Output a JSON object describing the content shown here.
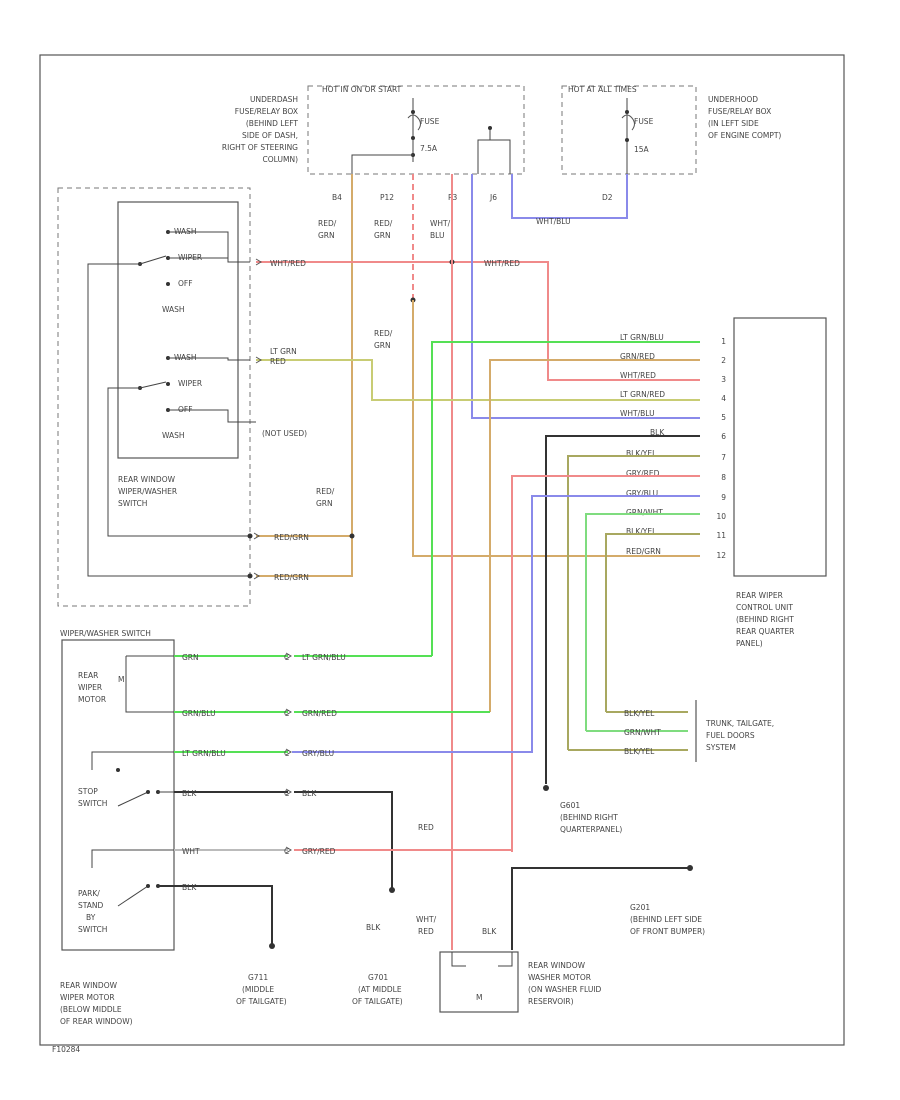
{
  "colors": {
    "red": "#f08a8a",
    "green": "#55e055",
    "tan": "#d4ab6a",
    "olive": "#a8a860",
    "blue": "#8a8aea",
    "black": "#333333",
    "white_wire": "#cccccc",
    "lt_grn_red": "#c8cc74",
    "grn_wht": "#7fdc7f"
  },
  "fuse_box_left": {
    "header": "HOT IN ON OR START",
    "fuse_label": "FUSE",
    "fuse_rating": "7.5A",
    "pin_labels": [
      "B4",
      "P12",
      "P3",
      "J6"
    ],
    "location": [
      "UNDERDASH",
      "FUSE/RELAY BOX",
      "(BEHIND LEFT",
      "SIDE OF DASH,",
      "RIGHT OF STEERING",
      "COLUMN)"
    ]
  },
  "fuse_box_right": {
    "header": "HOT AT ALL TIMES",
    "fuse_label": "FUSE",
    "fuse_rating": "15A",
    "pin_label": "D2",
    "location": [
      "UNDERHOOD",
      "FUSE/RELAY BOX",
      "(IN LEFT SIDE",
      "OF ENGINE COMPT)"
    ]
  },
  "switch_upper": {
    "labels": [
      "WASH",
      "WIPER",
      "OFF",
      "WASH",
      "WASH",
      "WIPER",
      "OFF",
      "WASH"
    ],
    "not_used": "(NOT USED)",
    "title": [
      "REAR WINDOW",
      "WIPER/WASHER",
      "SWITCH"
    ]
  },
  "wire_labels_upper": {
    "b4": [
      "RED/",
      "GRN"
    ],
    "p12": [
      "RED/",
      "GRN"
    ],
    "p3": [
      "WHT/",
      "BLU"
    ],
    "red_grn_mid": [
      "RED/",
      "GRN"
    ],
    "red_grn_low": [
      "RED/",
      "GRN"
    ],
    "wht_red_left": "WHT/RED",
    "wht_red_right": "WHT/RED",
    "lt_grn": "LT GRN",
    "red": "RED",
    "red_grn_a": "RED/GRN",
    "red_grn_b": "RED/GRN",
    "wht_blu_d2": "WHT/BLU"
  },
  "control_unit": {
    "wires": [
      "LT GRN/BLU",
      "GRN/RED",
      "WHT/RED",
      "LT GRN/RED",
      "WHT/BLU",
      "BLK",
      "BLK/YEL",
      "GRY/RED",
      "GRY/BLU",
      "GRN/WHT",
      "BLK/YEL",
      "RED/GRN"
    ],
    "pins": [
      "1",
      "2",
      "3",
      "4",
      "5",
      "6",
      "7",
      "8",
      "9",
      "10",
      "11",
      "12"
    ],
    "title": [
      "REAR WIPER",
      "CONTROL UNIT",
      "(BEHIND RIGHT",
      "REAR QUARTER",
      "PANEL)"
    ]
  },
  "motor_section": {
    "switch_title": "WIPER/WASHER SWITCH",
    "motor": [
      "REAR",
      "WIPER",
      "MOTOR"
    ],
    "motor_symbol": "M",
    "stop_switch": [
      "STOP",
      "SWITCH"
    ],
    "park_switch": [
      "PARK/",
      "STAND",
      "BY",
      "SWITCH"
    ],
    "location": [
      "REAR WINDOW",
      "WIPER MOTOR",
      "(BELOW MIDDLE",
      "OF REAR WINDOW)"
    ],
    "wires_left": [
      "GRN",
      "GRN/BLU",
      "LT GRN/BLU",
      "BLK",
      "WHT",
      "BLK"
    ],
    "wires_right": [
      "LT GRN/BLU",
      "GRN/RED",
      "GRY/BLU",
      "BLK",
      "GRY/RED"
    ],
    "connector": "C"
  },
  "trunk": {
    "wires": [
      "BLK/YEL",
      "GRN/WHT",
      "BLK/YEL"
    ],
    "title": [
      "TRUNK, TAILGATE,",
      "FUEL DOORS",
      "SYSTEM"
    ]
  },
  "grounds": {
    "g601": [
      "G601",
      "(BEHIND RIGHT",
      "QUARTERPANEL)"
    ],
    "g201": [
      "G201",
      "(BEHIND LEFT SIDE",
      "OF FRONT BUMPER)"
    ],
    "g711": [
      "G711",
      "(MIDDLE",
      "OF TAILGATE)"
    ],
    "g701": [
      "G701",
      "(AT MIDDLE",
      "OF TAILGATE)"
    ]
  },
  "washer": {
    "title": [
      "REAR WINDOW",
      "WASHER MOTOR",
      "(ON WASHER FLUID",
      "RESERVOIR)"
    ],
    "wire_left": [
      "WHT/",
      "RED"
    ],
    "wire_right": "BLK",
    "symbol": "M",
    "red_label": "RED",
    "blk_label": "BLK"
  },
  "footer": "F10284"
}
